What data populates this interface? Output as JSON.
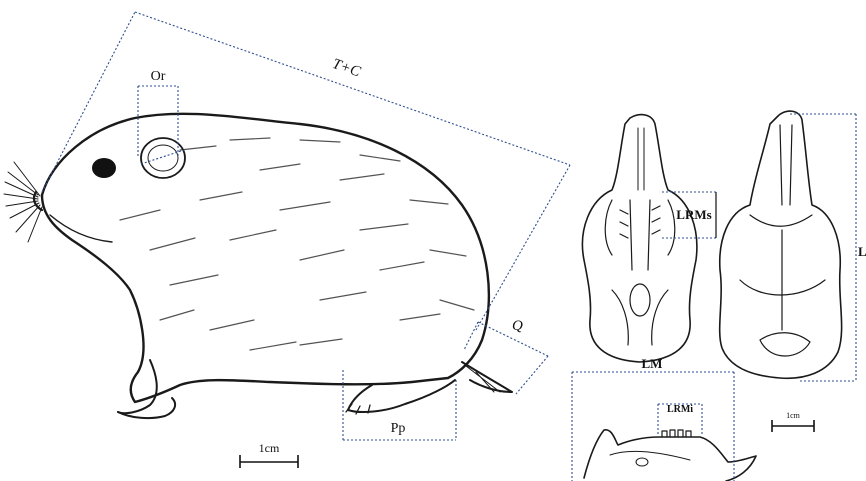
{
  "labels": {
    "total_length": "T+C",
    "ear": "Or",
    "tail": "Q",
    "hind_foot": "Pp",
    "upper_molars": "LRMs",
    "lower_molars": "LRMi",
    "mandible_length": "LM",
    "skull_length": "LC",
    "scale_animal": "1cm",
    "scale_skull": "1cm"
  }
}
